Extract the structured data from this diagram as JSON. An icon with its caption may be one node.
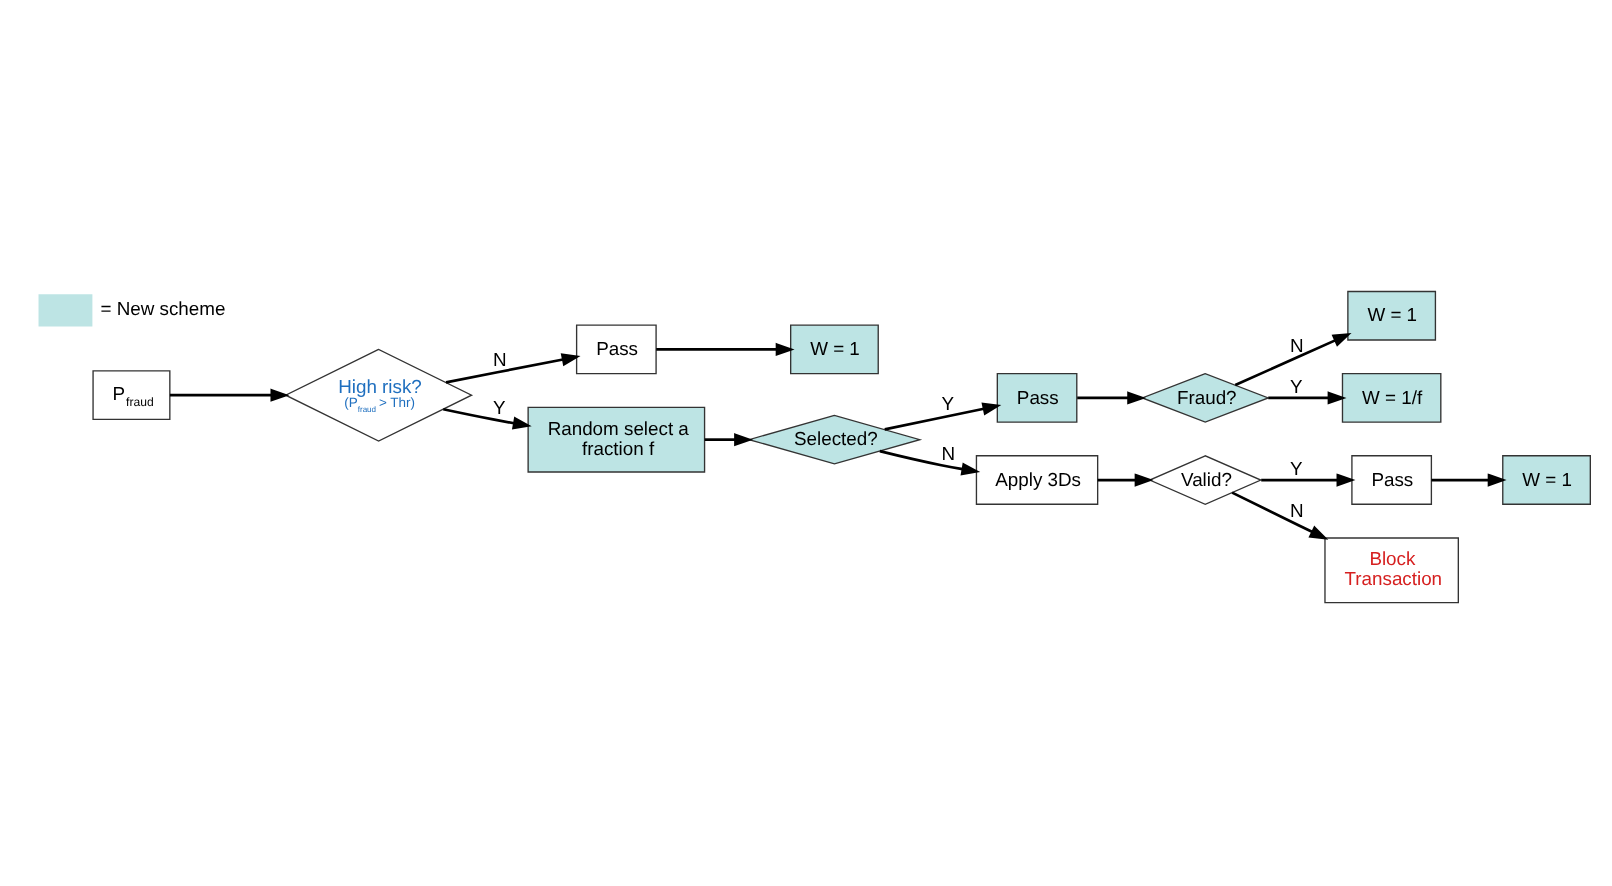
{
  "diagram": {
    "nodes": [
      {
        "text": [
          "P$_{fraud}$"
        ]
      },
      {
        "text": [
          "High risk?",
          "(P$_{fraud}$ > Thr)"
        ]
      },
      {
        "text": [
          "Pass"
        ]
      },
      {
        "text": [
          "W = 1"
        ]
      },
      {
        "text": [
          "Random select a fraction f"
        ]
      },
      {
        "text": [
          "Selected?"
        ]
      },
      {
        "text": [
          "Pass"
        ]
      },
      {
        "text": [
          "Fraud?"
        ]
      },
      {
        "text": [
          "W = 1"
        ]
      },
      {
        "text": [
          "W = 1/f"
        ]
      },
      {
        "text": [
          "Apply 3Ds"
        ]
      },
      {
        "text": [
          "Valid?"
        ]
      },
      {
        "text": [
          "Pass"
        ]
      },
      {
        "text": [
          "W = 1"
        ]
      },
      {
        "text": [
          "Block Transaction"
        ]
      }
    ],
    "edges": [
      {
        "from": 0,
        "to": 1,
        "arrow": "to"
      },
      {
        "from": 1,
        "to": 2,
        "arrow": "to",
        "label": "N"
      },
      {
        "from": 2,
        "to": 3,
        "arrow": "to"
      },
      {
        "from": 1,
        "to": 4,
        "arrow": "to",
        "label": "Y"
      },
      {
        "from": 4,
        "to": 5,
        "arrow": "to"
      },
      {
        "from": 5,
        "to": 6,
        "arrow": "to",
        "label": "Y"
      },
      {
        "from": 6,
        "to": 7,
        "arrow": "to"
      },
      {
        "from": 7,
        "to": 8,
        "arrow": "to",
        "label": "N"
      },
      {
        "from": 7,
        "to": 9,
        "arrow": "to",
        "label": "Y"
      },
      {
        "from": 5,
        "to": 10,
        "arrow": "to",
        "label": "N"
      },
      {
        "from": 10,
        "to": 11,
        "arrow": "to"
      },
      {
        "from": 11,
        "to": 12,
        "arrow": "to",
        "label": "Y"
      },
      {
        "from": 12,
        "to": 13,
        "arrow": "to"
      },
      {
        "from": 11,
        "to": 14,
        "arrow": "to",
        "label": "N"
      }
    ],
    "legend": [
      {
        "text": "= New scheme",
        "color": "#bde4e4"
      }
    ]
  }
}
